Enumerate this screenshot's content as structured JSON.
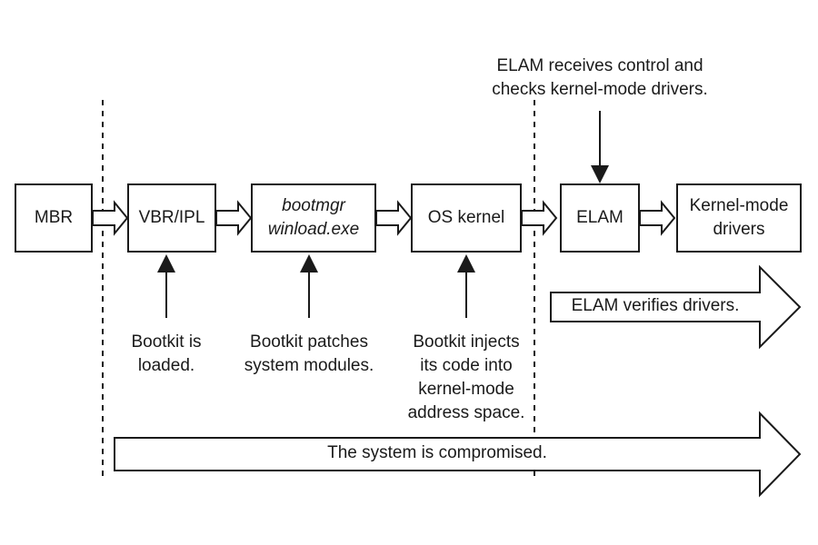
{
  "boxes": {
    "mbr": "MBR",
    "vbr_ipl": "VBR/IPL",
    "bootmgr": "bootmgr",
    "winload": "winload.exe",
    "os_kernel": "OS kernel",
    "elam": "ELAM",
    "kernel_mode_drivers_1": "Kernel-mode",
    "kernel_mode_drivers_2": "drivers"
  },
  "captions": {
    "elam_top_1": "ELAM receives control and",
    "elam_top_2": "checks kernel-mode drivers.",
    "bootkit_loaded_1": "Bootkit is",
    "bootkit_loaded_2": "loaded.",
    "bootkit_patches_1": "Bootkit patches",
    "bootkit_patches_2": "system modules.",
    "bootkit_injects_1": "Bootkit injects",
    "bootkit_injects_2": "its code into",
    "bootkit_injects_3": "kernel-mode",
    "bootkit_injects_4": "address space."
  },
  "wide_arrows": {
    "elam_verifies": "ELAM verifies drivers.",
    "system_compromised": "The system is compromised."
  }
}
